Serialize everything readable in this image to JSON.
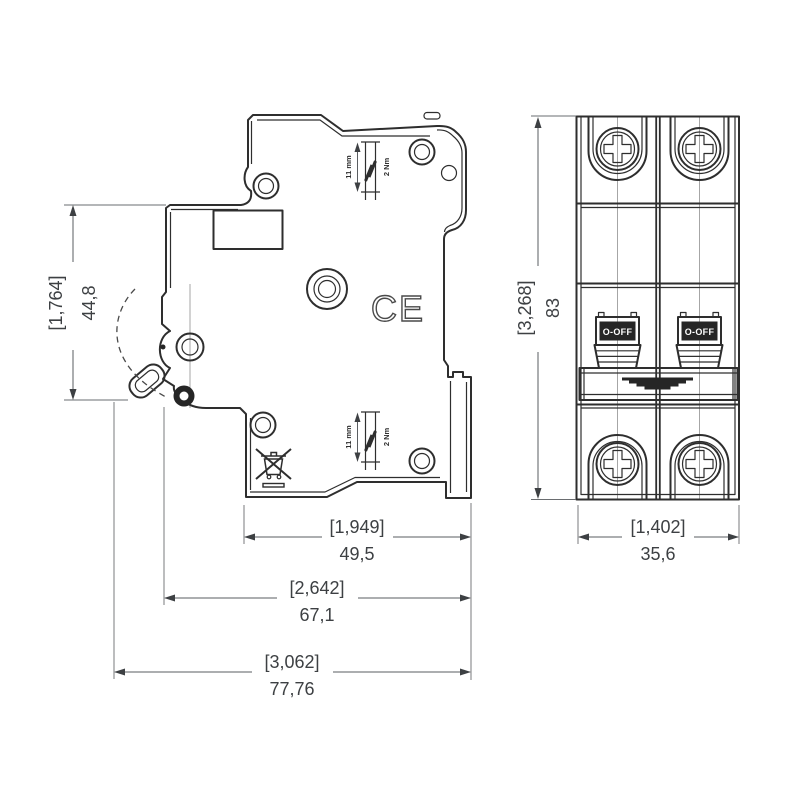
{
  "page": {
    "background": "#ffffff"
  },
  "drawing": {
    "type": "technical-dimension-drawing",
    "subject": "2-pole miniature circuit breaker, side and front views",
    "views": {
      "side": {
        "name": "side-view"
      },
      "front": {
        "name": "front-view",
        "poles": [
          {
            "switch_label": "O-OFF"
          },
          {
            "switch_label": "O-OFF"
          }
        ]
      }
    },
    "dimensions": {
      "side_height": {
        "inch": "[1,764]",
        "mm": "44,8"
      },
      "front_height": {
        "inch": "[3,268]",
        "mm": "83"
      },
      "depth_lower": {
        "inch": "[1,949]",
        "mm": "49,5"
      },
      "depth_mid": {
        "inch": "[2,642]",
        "mm": "67,1"
      },
      "depth_total": {
        "inch": "[3,062]",
        "mm": "77,76"
      },
      "front_width": {
        "inch": "[1,402]",
        "mm": "35,6"
      }
    },
    "annotations": {
      "strip_length": "11 mm",
      "tightening_torque": "2 Nm",
      "ce_mark": "CE"
    },
    "colors": {
      "line": "#2e2e2e",
      "dim_text": "#3d4043",
      "dark_fill": "#262626"
    }
  }
}
